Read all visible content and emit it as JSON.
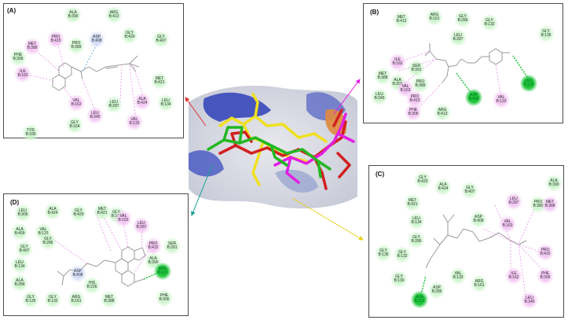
{
  "colors": {
    "vdw": "#ccf5cc",
    "pi_alkyl": "#f4c6f4",
    "hbond": "#1fc43a",
    "ligand_a": "#d21f1f",
    "ligand_b": "#e21ee2",
    "ligand_c": "#22b822",
    "ligand_d": "#f0e020"
  },
  "panels": {
    "A": {
      "label": "(A)",
      "residues": [
        {
          "n": "ALA",
          "r": "B:390",
          "t": "vdw"
        },
        {
          "n": "ARG",
          "r": "B:413",
          "t": "vdw"
        },
        {
          "n": "PRO",
          "r": "B:415",
          "t": "pi"
        },
        {
          "n": "ASP",
          "r": "B:408",
          "t": "blue"
        },
        {
          "n": "GLY",
          "r": "B:420",
          "t": "vdw"
        },
        {
          "n": "GLY",
          "r": "B:407",
          "t": "vdw"
        },
        {
          "n": "MET",
          "r": "B:388",
          "t": "pi"
        },
        {
          "n": "PRO",
          "r": "B:389",
          "t": "vdw"
        },
        {
          "n": "PHE",
          "r": "B:306",
          "t": "vdw"
        },
        {
          "n": "ILE",
          "r": "B:162",
          "t": "pi"
        },
        {
          "n": "MET",
          "r": "B:421",
          "t": "vdw"
        },
        {
          "n": "VAL",
          "r": "B:163",
          "t": "pi"
        },
        {
          "n": "LEU",
          "r": "B:287",
          "t": "vdw"
        },
        {
          "n": "ALA",
          "r": "B:424",
          "t": "pi"
        },
        {
          "n": "LEU",
          "r": "B:134",
          "t": "vdw"
        },
        {
          "n": "LEU",
          "r": "B:345",
          "t": "pi"
        },
        {
          "n": "GLY",
          "r": "B:164",
          "t": "vdw"
        },
        {
          "n": "VAL",
          "r": "B:133",
          "t": "pi"
        },
        {
          "n": "TYR",
          "r": "B:335",
          "t": "vdw"
        }
      ]
    },
    "B": {
      "label": "(B)",
      "residues": [
        {
          "n": "MET",
          "r": "B:412",
          "t": "vdw"
        },
        {
          "n": "ARG",
          "r": "B:161",
          "t": "vdw"
        },
        {
          "n": "GLY",
          "r": "B:286",
          "t": "vdw"
        },
        {
          "n": "GLY",
          "r": "B:132",
          "t": "vdw"
        },
        {
          "n": "GLY",
          "r": "B:135",
          "t": "vdw"
        },
        {
          "n": "LEU",
          "r": "B:287",
          "t": "vdw"
        },
        {
          "n": "ILE",
          "r": "B:162",
          "t": "pi"
        },
        {
          "n": "SER",
          "r": "B:391",
          "t": "vdw"
        },
        {
          "n": "MET",
          "r": "B:388",
          "t": "vdw"
        },
        {
          "n": "ALA",
          "r": "B:390",
          "t": "vdw"
        },
        {
          "n": "VAL",
          "r": "B:163",
          "t": "pi"
        },
        {
          "n": "PRO",
          "r": "B:389",
          "t": "vdw"
        },
        {
          "n": "LEU",
          "r": "B:345",
          "t": "vdw"
        },
        {
          "n": "PRO",
          "r": "B:415",
          "t": "pi"
        },
        {
          "n": "ASP",
          "r": "B:408",
          "t": "hb"
        },
        {
          "n": "VAL",
          "r": "B:133",
          "t": "pi"
        },
        {
          "n": "PHE",
          "r": "B:306",
          "t": "pi"
        },
        {
          "n": "ARG",
          "r": "B:413",
          "t": "vdw"
        },
        {
          "n": "LEU",
          "r": "B:134",
          "t": "hb"
        }
      ]
    },
    "C": {
      "label": "(C)",
      "residues": [
        {
          "n": "GLY",
          "r": "B:420",
          "t": "vdw"
        },
        {
          "n": "ALA",
          "r": "B:424",
          "t": "vdw"
        },
        {
          "n": "GLY",
          "r": "B:407",
          "t": "vdw"
        },
        {
          "n": "ALA",
          "r": "B:390",
          "t": "vdw"
        },
        {
          "n": "MET",
          "r": "B:421",
          "t": "vdw"
        },
        {
          "n": "LEU",
          "r": "B:287",
          "t": "pi"
        },
        {
          "n": "PRO",
          "r": "B:389",
          "t": "vdw"
        },
        {
          "n": "MET",
          "r": "B:388",
          "t": "pi"
        },
        {
          "n": "LEU",
          "r": "B:134",
          "t": "vdw"
        },
        {
          "n": "ASP",
          "r": "B:408",
          "t": "vdw"
        },
        {
          "n": "VAL",
          "r": "B:163",
          "t": "pi"
        },
        {
          "n": "GLY",
          "r": "B:286",
          "t": "vdw"
        },
        {
          "n": "GLY",
          "r": "B:135",
          "t": "vdw"
        },
        {
          "n": "GLY",
          "r": "B:132",
          "t": "vdw"
        },
        {
          "n": "PRO",
          "r": "B:415",
          "t": "pi"
        },
        {
          "n": "GLY",
          "r": "B:130",
          "t": "vdw"
        },
        {
          "n": "VAL",
          "r": "B:133",
          "t": "vdw"
        },
        {
          "n": "ARG",
          "r": "B:161",
          "t": "vdw"
        },
        {
          "n": "ILE",
          "r": "B:162",
          "t": "pi"
        },
        {
          "n": "PHE",
          "r": "B:306",
          "t": "pi"
        },
        {
          "n": "ASP",
          "r": "B:285",
          "t": "vdw"
        },
        {
          "n": "ALA",
          "r": "B:131",
          "t": "hb"
        },
        {
          "n": "LEU",
          "r": "B:345",
          "t": "pi"
        }
      ]
    },
    "D": {
      "label": "(D)",
      "residues": [
        {
          "n": "LEU",
          "r": "B:306",
          "t": "vdw"
        },
        {
          "n": "ALA",
          "r": "B:424",
          "t": "vdw"
        },
        {
          "n": "GLY",
          "r": "B:420",
          "t": "vdw"
        },
        {
          "n": "MET",
          "r": "B:421",
          "t": "vdw"
        },
        {
          "n": "GLY",
          "r": "B:164",
          "t": "vdw"
        },
        {
          "n": "VAL",
          "r": "B:163",
          "t": "pi"
        },
        {
          "n": "LEU",
          "r": "B:287",
          "t": "pi"
        },
        {
          "n": "ALA",
          "r": "B:409",
          "t": "vdw"
        },
        {
          "n": "VAL",
          "r": "B:133",
          "t": "vdw"
        },
        {
          "n": "GLY",
          "r": "B:286",
          "t": "vdw"
        },
        {
          "n": "GLY",
          "r": "B:407",
          "t": "vdw"
        },
        {
          "n": "PRO",
          "r": "B:415",
          "t": "pi"
        },
        {
          "n": "SER",
          "r": "B:391",
          "t": "vdw"
        },
        {
          "n": "LEU",
          "r": "B:134",
          "t": "vdw"
        },
        {
          "n": "ALA",
          "r": "B:390",
          "t": "vdw"
        },
        {
          "n": "ASP",
          "r": "B:408",
          "t": "blue"
        },
        {
          "n": "ARG",
          "r": "B:413",
          "t": "hb"
        },
        {
          "n": "ALA",
          "r": "B:284",
          "t": "vdw"
        },
        {
          "n": "HIS",
          "r": "B:226",
          "t": "vdw"
        },
        {
          "n": "PHE",
          "r": "B:306",
          "t": "vdw"
        },
        {
          "n": "GLY",
          "r": "B:135",
          "t": "vdw"
        },
        {
          "n": "GLY",
          "r": "B:132",
          "t": "vdw"
        },
        {
          "n": "ARG",
          "r": "B:161",
          "t": "vdw"
        },
        {
          "n": "MET",
          "r": "B:388",
          "t": "vdw"
        }
      ]
    }
  }
}
